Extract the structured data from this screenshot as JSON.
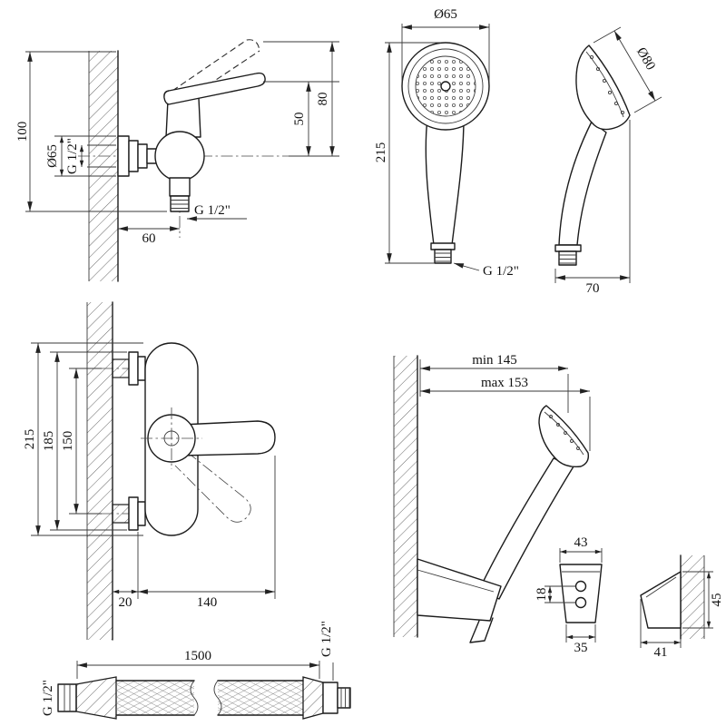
{
  "drawing": {
    "background": "#ffffff",
    "line_color": "#1c1c1c",
    "views": {
      "mixer_side": {
        "dims": {
          "height": "100",
          "flange_diameter": "Ø65",
          "wall_thread": "G 1/2\"",
          "lever_height": "50",
          "total_height": "80",
          "outlet_thread": "G 1/2\"",
          "outlet_offset": "60"
        }
      },
      "handshower_front": {
        "dims": {
          "head_diameter": "Ø65",
          "length": "215",
          "thread": "G 1/2\""
        }
      },
      "handshower_side": {
        "dims": {
          "face_diameter": "Ø80",
          "depth": "70"
        }
      },
      "mixer_front": {
        "dims": {
          "overall": "215",
          "flange_span": "185",
          "centers": "150",
          "wall_offset": "20",
          "body_width": "140"
        }
      },
      "wall_holder": {
        "dims": {
          "reach_min": "min 145",
          "reach_max": "max 153"
        }
      },
      "bracket_front": {
        "dims": {
          "top_width": "43",
          "hole_spacing": "18",
          "bottom_width": "35"
        }
      },
      "bracket_side": {
        "dims": {
          "height": "45",
          "depth": "41"
        }
      },
      "hose": {
        "dims": {
          "length": "1500",
          "thread_left": "G 1/2\"",
          "thread_right": "G 1/2\""
        }
      }
    }
  }
}
